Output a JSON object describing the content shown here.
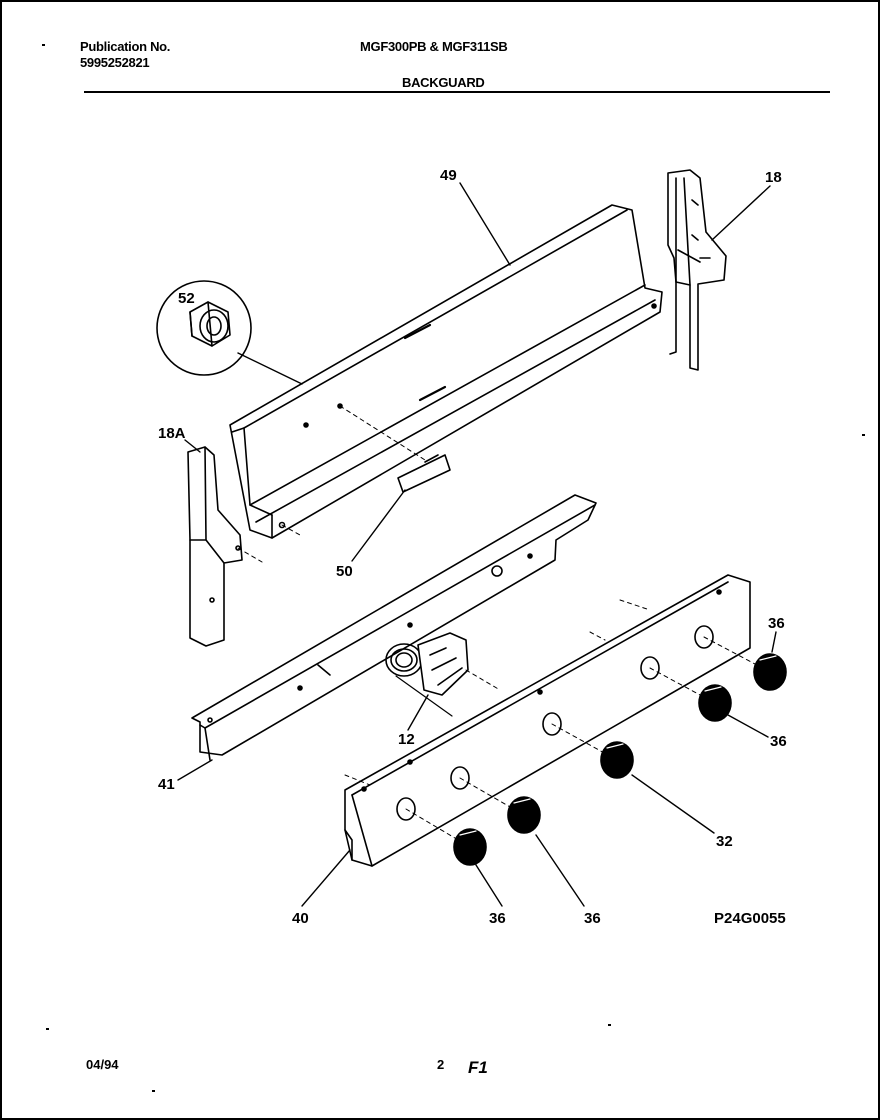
{
  "header": {
    "publication_label": "Publication No.",
    "publication_number": "5995252821",
    "models": "MGF300PB & MGF311SB",
    "section_title": "BACKGUARD"
  },
  "callouts": {
    "backguard_top": "49",
    "end_cap_right": "18",
    "end_cap_left": "18A",
    "nut": "52",
    "nameplate": "50",
    "rear_panel": "41",
    "thermostat": "12",
    "control_panel": "40",
    "thermostat_knob": "32",
    "knob": "36"
  },
  "figure_code": "P24G0055",
  "footer": {
    "date": "04/94",
    "page": "2",
    "code": "F1"
  }
}
